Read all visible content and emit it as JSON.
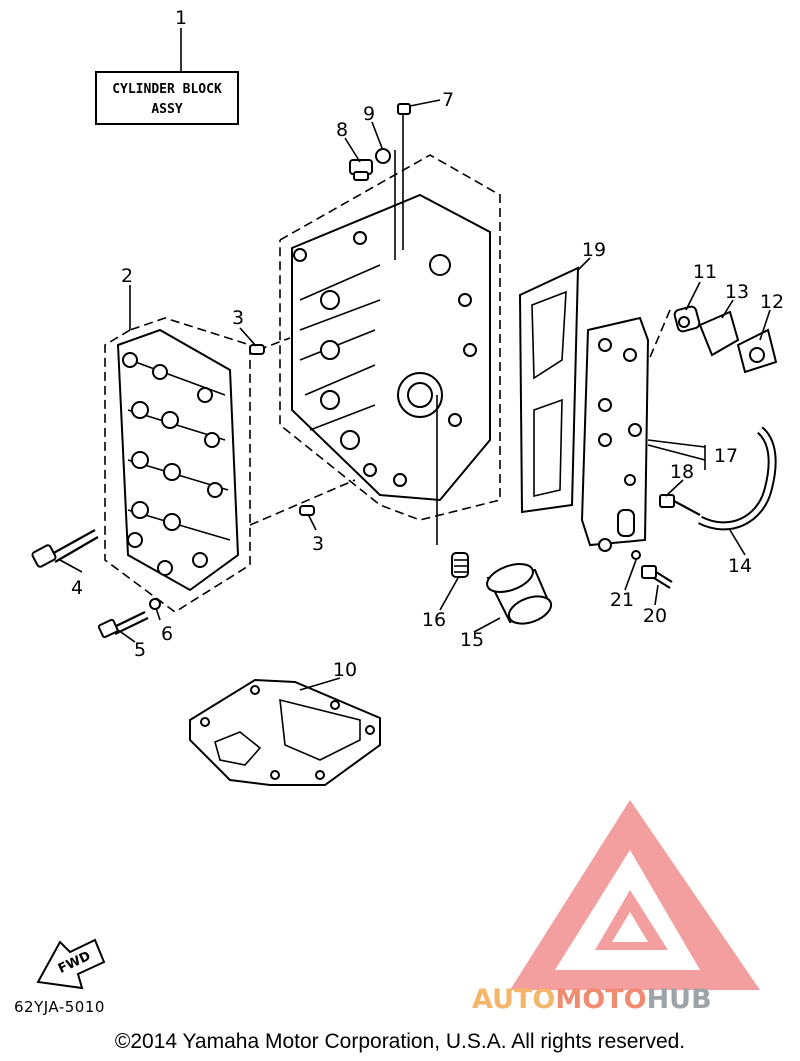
{
  "title_box": {
    "line1": "CYLINDER BLOCK",
    "line2": "ASSY"
  },
  "callouts": {
    "c1": "1",
    "c2": "2",
    "c3a": "3",
    "c3b": "3",
    "c4": "4",
    "c5": "5",
    "c6": "6",
    "c7": "7",
    "c8": "8",
    "c9": "9",
    "c10": "10",
    "c11": "11",
    "c12": "12",
    "c13": "13",
    "c14": "14",
    "c15": "15",
    "c16": "16",
    "c17": "17",
    "c18": "18",
    "c19": "19",
    "c20": "20",
    "c21": "21"
  },
  "fwd_label": "FWD",
  "diagram_code": "62YJA-5010",
  "copyright": "©2014 Yamaha Motor Corporation, U.S.A. All rights reserved.",
  "watermark": {
    "part1": "AUTO",
    "part2": "MOTO",
    "part3": "HUB",
    "colors": {
      "auto": "#f5b56a",
      "moto": "#f08a70",
      "hub": "#9ea3a8",
      "logo": "#f07f7f"
    }
  }
}
